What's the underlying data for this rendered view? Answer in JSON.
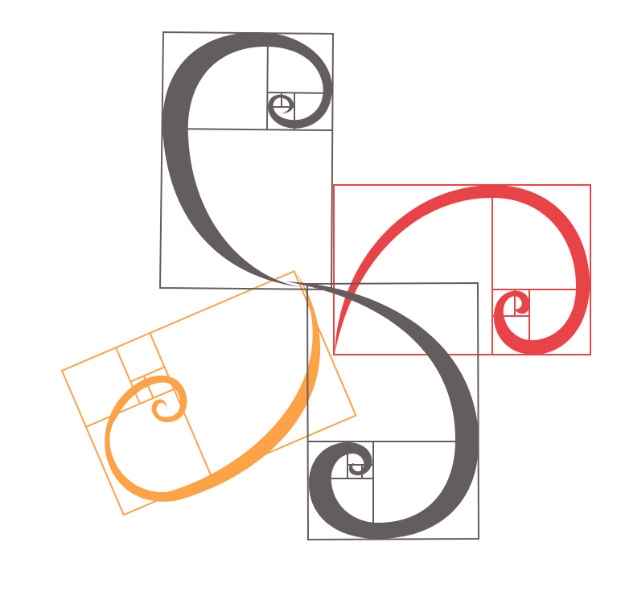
{
  "image_kind": "golden-spiral-illustration",
  "text": [],
  "colors": {
    "background": "#ffffff",
    "gray": "#645d5d",
    "red": "#e84447",
    "orange": "#fca247"
  },
  "spirals": [
    {
      "name": "gray-spiral-top",
      "color_key": "gray",
      "has_golden_rectangle_guides": true
    },
    {
      "name": "gray-spiral-bottom",
      "color_key": "gray",
      "has_golden_rectangle_guides": true
    },
    {
      "name": "red-spiral",
      "color_key": "red",
      "has_golden_rectangle_guides": true
    },
    {
      "name": "orange-spiral",
      "color_key": "orange",
      "has_golden_rectangle_guides": true,
      "rotated": true
    }
  ]
}
